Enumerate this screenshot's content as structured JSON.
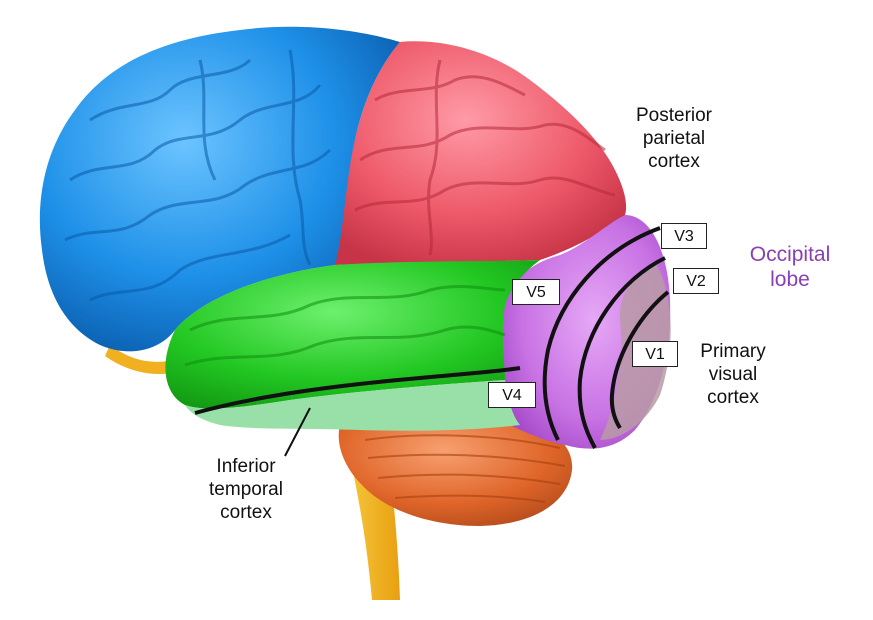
{
  "labels": {
    "posterior_parietal": [
      "Posterior",
      "parietal",
      "cortex"
    ],
    "occipital_lobe": [
      "Occipital",
      "lobe"
    ],
    "primary_visual": [
      "Primary",
      "visual",
      "cortex"
    ],
    "inferior_temporal": [
      "Inferior",
      "temporal",
      "cortex"
    ]
  },
  "areas": {
    "v1": "V1",
    "v2": "V2",
    "v3": "V3",
    "v4": "V4",
    "v5": "V5"
  },
  "colors": {
    "frontal": "#1e90e8",
    "parietal": "#ee5a6a",
    "temporal": "#22c722",
    "inferior_temporal_band": "#98e0a8",
    "occipital": "#b04fd0",
    "v1_v2": "#b89aa4",
    "cerebellum": "#e0662a",
    "brainstem": "#f0b020",
    "occipital_label": "#8a3fb4"
  }
}
